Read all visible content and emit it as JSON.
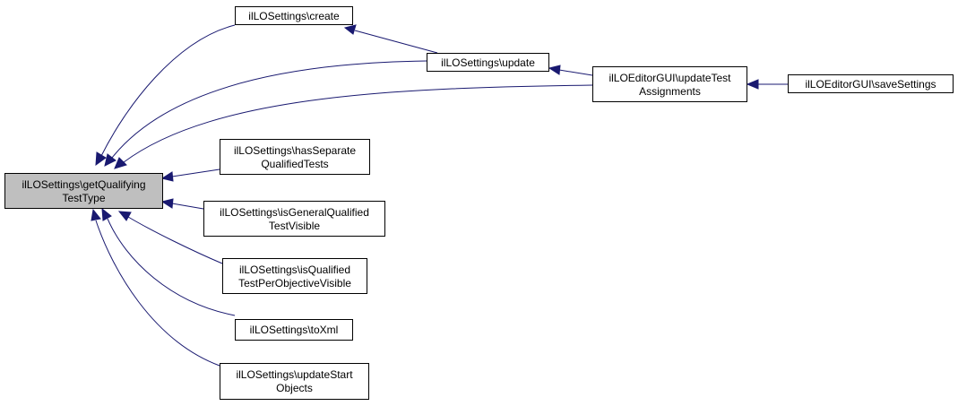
{
  "graph": {
    "focus": {
      "line1": "ilLOSettings\\getQualifying",
      "line2": "TestType"
    },
    "nodes": {
      "create": {
        "line1": "ilLOSettings\\create"
      },
      "update": {
        "line1": "ilLOSettings\\update"
      },
      "editor_update": {
        "line1": "ilLOEditorGUI\\updateTest",
        "line2": "Assignments"
      },
      "save_settings": {
        "line1": "ilLOEditorGUI\\saveSettings"
      },
      "has_separate": {
        "line1": "ilLOSettings\\hasSeparate",
        "line2": "QualifiedTests"
      },
      "is_general": {
        "line1": "ilLOSettings\\isGeneralQualified",
        "line2": "TestVisible"
      },
      "is_qualified": {
        "line1": "ilLOSettings\\isQualified",
        "line2": "TestPerObjectiveVisible"
      },
      "to_xml": {
        "line1": "ilLOSettings\\toXml"
      },
      "update_start": {
        "line1": "ilLOSettings\\updateStart",
        "line2": "Objects"
      }
    },
    "colors": {
      "edge": "#191970",
      "focus_fill": "#bfbfbf",
      "node_fill": "#ffffff",
      "border": "#000000"
    }
  }
}
